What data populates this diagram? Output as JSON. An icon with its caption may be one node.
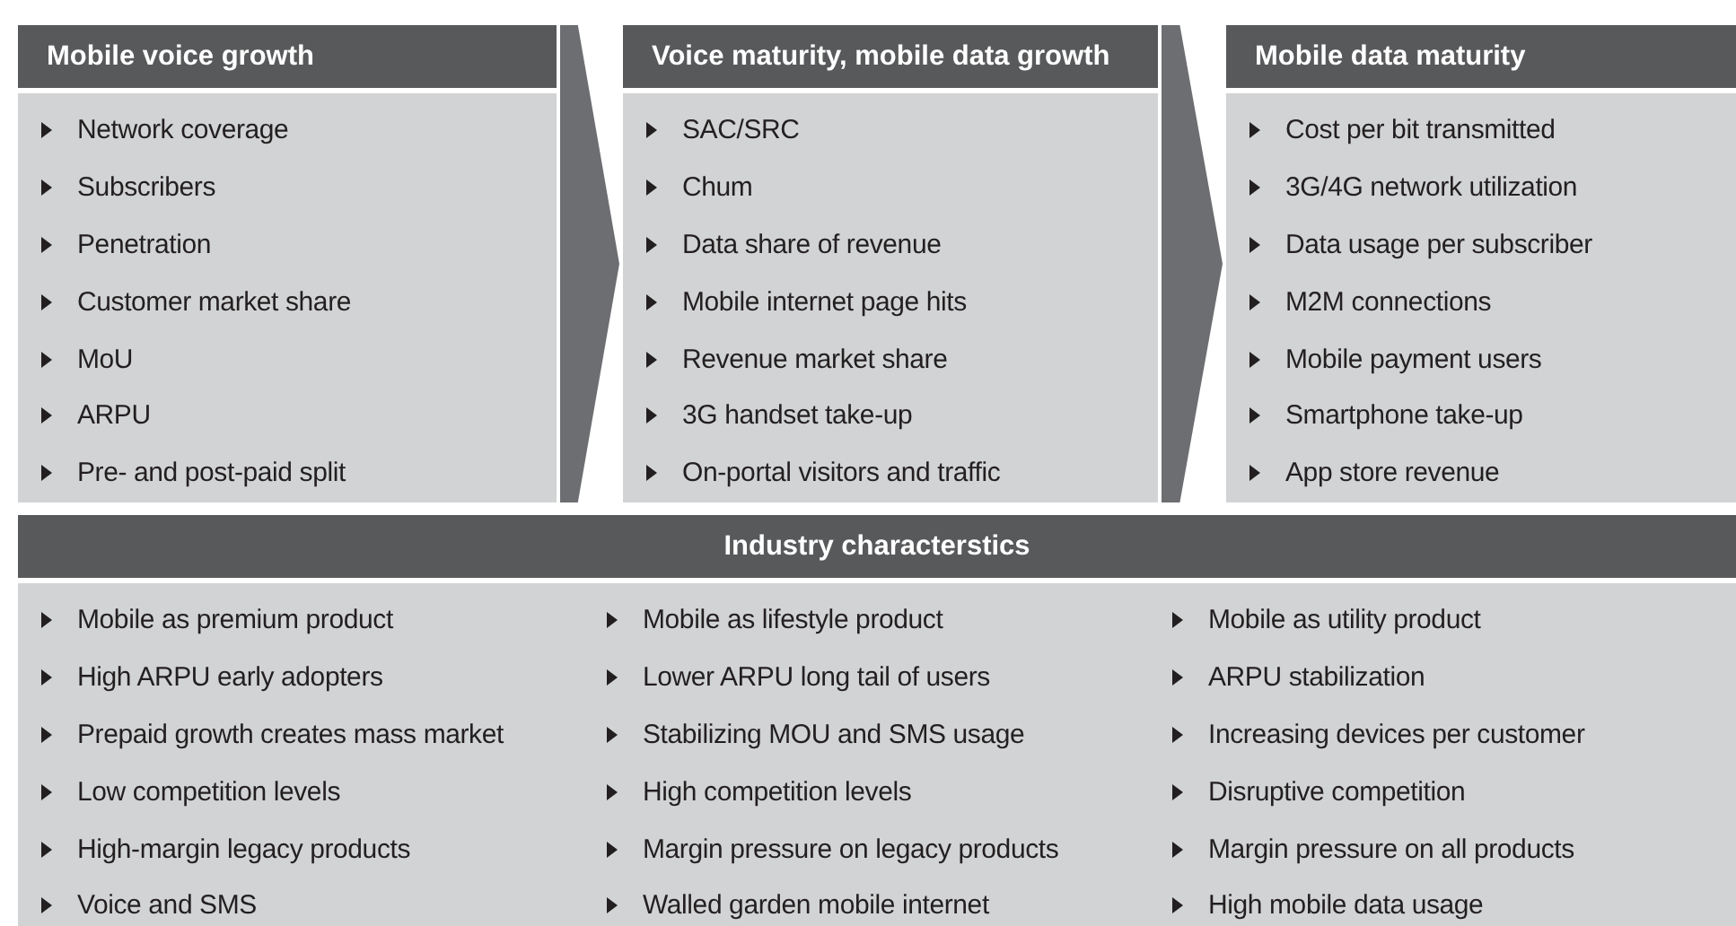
{
  "diagram": {
    "nodes": [
      {
        "text": [
          "Mobile voice growth",
          "Network coverage",
          "Subscribers",
          "Penetration",
          "Customer market share",
          "MoU",
          "ARPU",
          "Pre- and post-paid split"
        ]
      },
      {
        "text": [
          "Voice maturity, mobile data growth",
          "SAC/SRC",
          "Chum",
          "Data share of revenue",
          "Mobile internet page hits",
          "Revenue market share",
          "3G handset take-up",
          "On-portal visitors and traffic"
        ]
      },
      {
        "text": [
          "Mobile data maturity",
          "Cost per bit transmitted",
          "3G/4G network utilization",
          "Data usage per subscriber",
          "M2M connections",
          "Mobile payment users",
          "Smartphone take-up",
          "App store revenue"
        ]
      },
      {
        "text": [
          "Industry characterstics"
        ]
      },
      {
        "text": [
          "Mobile as premium product",
          "High ARPU early adopters",
          "Prepaid growth creates mass market",
          "Low competition levels",
          "High-margin legacy products",
          "Voice and SMS"
        ],
        "in": 3
      },
      {
        "text": [
          "Mobile as lifestyle product",
          "Lower ARPU long tail of users",
          "Stabilizing MOU and SMS usage",
          "High competition levels",
          "Margin pressure on legacy products",
          "Walled garden mobile internet"
        ],
        "in": 3
      },
      {
        "text": [
          "Mobile as utility product",
          "ARPU stabilization",
          "Increasing devices per customer",
          "Disruptive competition",
          "Margin pressure on all products",
          "High mobile data usage"
        ],
        "in": 3
      }
    ],
    "edges": [
      {
        "from": 0,
        "to": 1,
        "arrow": "to"
      },
      {
        "from": 1,
        "to": 2,
        "arrow": "to"
      }
    ]
  }
}
